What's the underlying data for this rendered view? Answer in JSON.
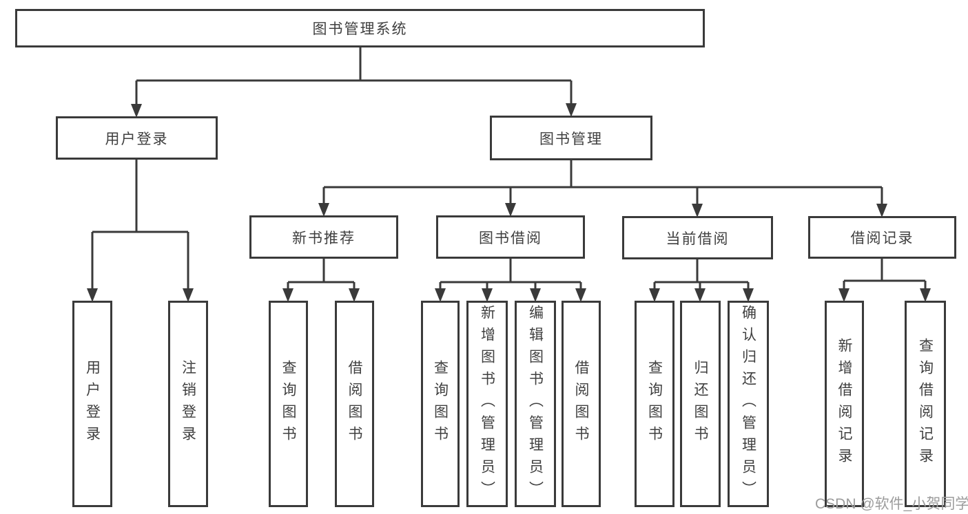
{
  "diagram": {
    "root": {
      "label": "图书管理系统"
    },
    "branches": [
      {
        "label": "用户登录",
        "children": [
          {
            "label": "用户登录"
          },
          {
            "label": "注销登录"
          }
        ]
      },
      {
        "label": "图书管理",
        "children": [
          {
            "label": "新书推荐",
            "children": [
              {
                "label": "查询图书"
              },
              {
                "label": "借阅图书"
              }
            ]
          },
          {
            "label": "图书借阅",
            "children": [
              {
                "label": "查询图书"
              },
              {
                "label": "新增图书（管理员）"
              },
              {
                "label": "编辑图书（管理员）"
              },
              {
                "label": "借阅图书"
              }
            ]
          },
          {
            "label": "当前借阅",
            "children": [
              {
                "label": "查询图书"
              },
              {
                "label": "归还图书"
              },
              {
                "label": "确认归还（管理员）"
              }
            ]
          },
          {
            "label": "借阅记录",
            "children": [
              {
                "label": "新增借阅记录"
              },
              {
                "label": "查询借阅记录"
              }
            ]
          }
        ]
      }
    ]
  },
  "watermark": {
    "text": "CSDN @软件_小贺同学",
    "color": "#9c9c9c"
  },
  "colors": {
    "line": "#3a3a3a",
    "text": "#3f3f3f",
    "background": "#ffffff"
  }
}
